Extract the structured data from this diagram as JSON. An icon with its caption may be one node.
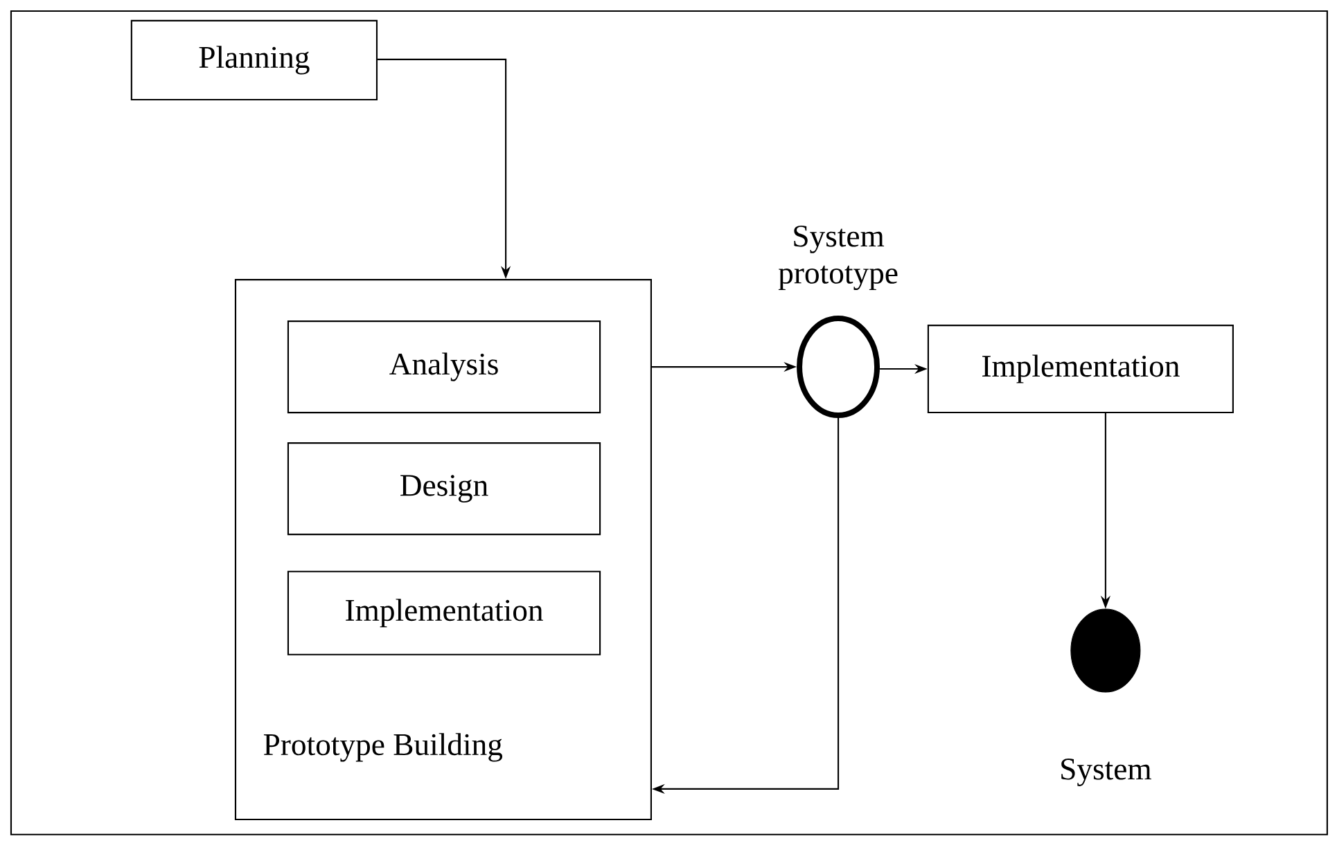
{
  "diagram": {
    "nodes": [
      {
        "text": [
          "Planning"
        ]
      },
      {
        "text": [
          "Prototype Building"
        ]
      },
      {
        "text": [
          "Analysis"
        ],
        "in": 1
      },
      {
        "text": [
          "Design"
        ],
        "in": 1
      },
      {
        "text": [
          "Implementation"
        ],
        "in": 1
      },
      {
        "text": [],
        "shape": "circle",
        "beside": [
          "System prototype"
        ]
      },
      {
        "text": [
          "Implementation"
        ]
      },
      {
        "text": [],
        "shape": "dot",
        "beside": [
          "System"
        ]
      }
    ],
    "edges": [
      {
        "from": 0,
        "to": 1,
        "arrow": "to"
      },
      {
        "from": 1,
        "to": 5,
        "arrow": "to"
      },
      {
        "from": 5,
        "to": 6,
        "arrow": "to"
      },
      {
        "from": 6,
        "to": 7,
        "arrow": "to"
      },
      {
        "from": 5,
        "to": 1,
        "arrow": "to"
      }
    ]
  }
}
